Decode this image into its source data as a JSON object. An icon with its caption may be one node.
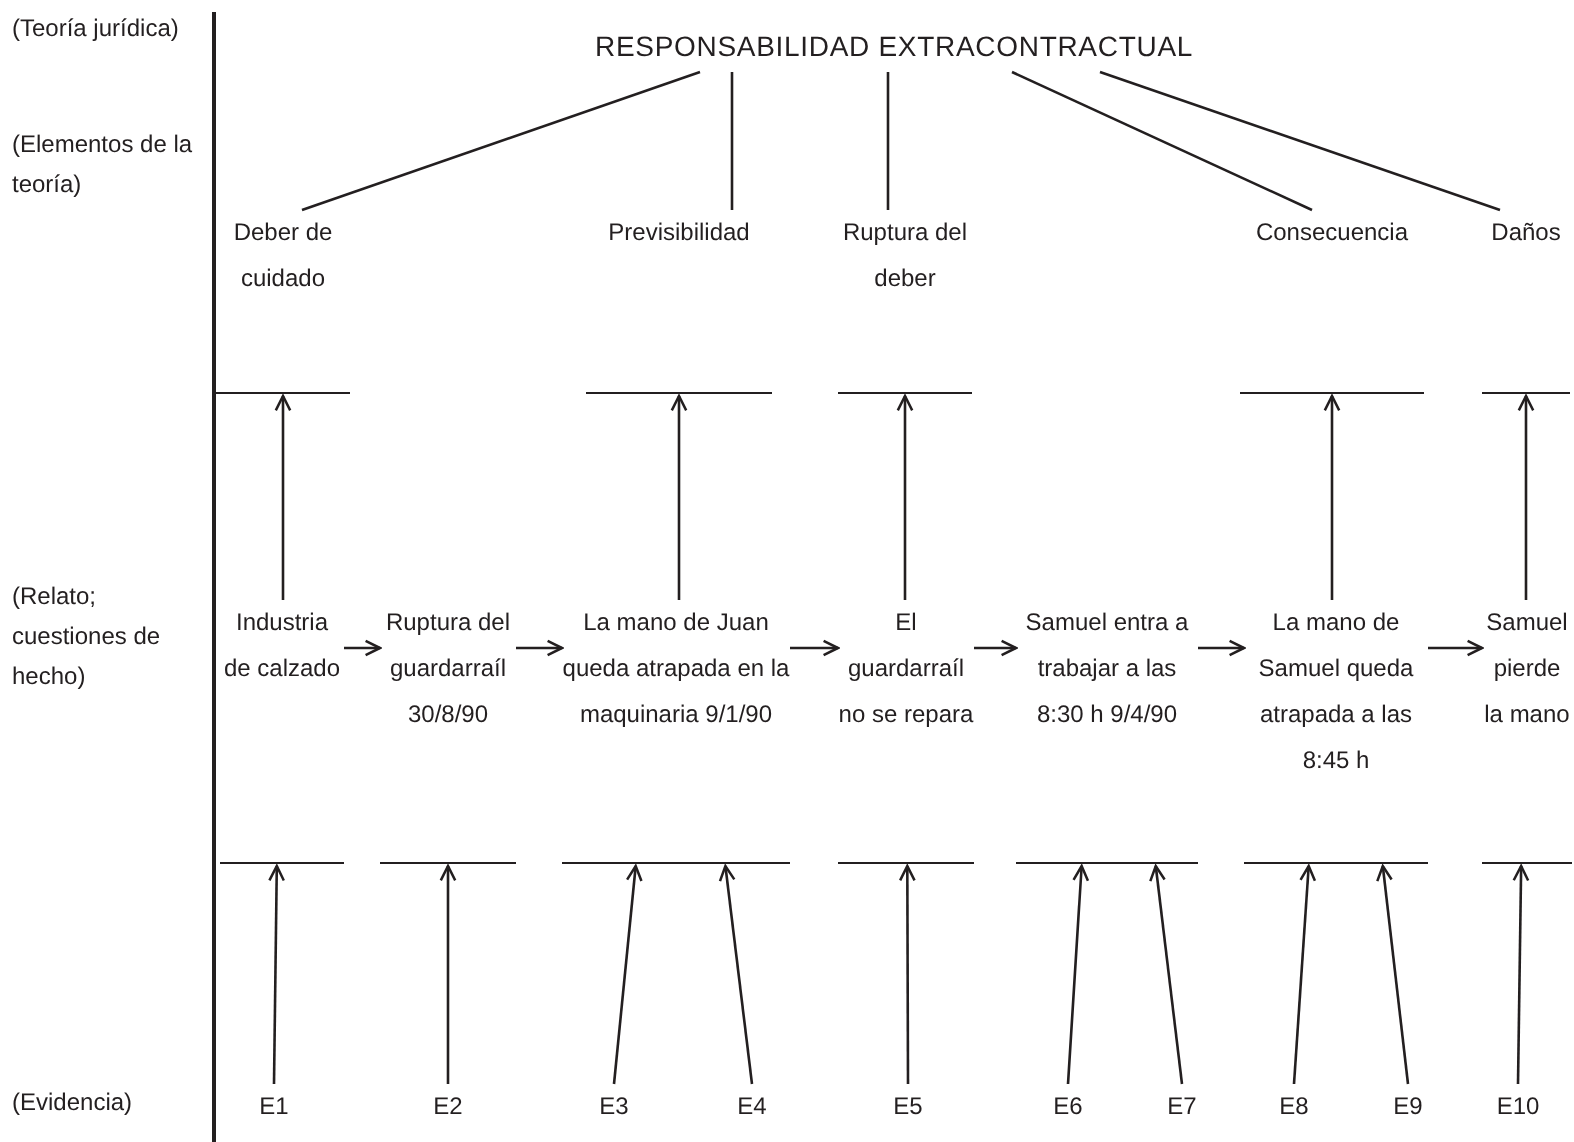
{
  "diagram": {
    "nodes": [
      {
        "text": [
          "RESPONSABILIDAD EXTRACONTRACTUAL"
        ]
      },
      {
        "text": [
          "Deber de cuidado"
        ]
      },
      {
        "text": [
          "Previsibilidad"
        ]
      },
      {
        "text": [
          "Ruptura del deber"
        ]
      },
      {
        "text": [
          "Consecuencia"
        ]
      },
      {
        "text": [
          "Daños"
        ]
      },
      {
        "text": [
          "Industria de calzado"
        ]
      },
      {
        "text": [
          "Ruptura del guardarraíl 30/8/90"
        ]
      },
      {
        "text": [
          "La mano de Juan queda atrapada en la maquinaria 9/1/90"
        ]
      },
      {
        "text": [
          "El guardarraíl no se repara"
        ]
      },
      {
        "text": [
          "Samuel entra a trabajar a las 8:30 h 9/4/90"
        ]
      },
      {
        "text": [
          "La mano de Samuel queda atrapada a las 8:45 h"
        ]
      },
      {
        "text": [
          "Samuel pierde la mano"
        ]
      },
      {
        "text": [
          "E1"
        ]
      },
      {
        "text": [
          "E2"
        ]
      },
      {
        "text": [
          "E3"
        ]
      },
      {
        "text": [
          "E4"
        ]
      },
      {
        "text": [
          "E5"
        ]
      },
      {
        "text": [
          "E6"
        ]
      },
      {
        "text": [
          "E7"
        ]
      },
      {
        "text": [
          "E8"
        ]
      },
      {
        "text": [
          "E9"
        ]
      },
      {
        "text": [
          "E10"
        ]
      }
    ],
    "edges": [
      {
        "from": 0,
        "to": 1,
        "arrow": "none"
      },
      {
        "from": 0,
        "to": 2,
        "arrow": "none"
      },
      {
        "from": 0,
        "to": 3,
        "arrow": "none"
      },
      {
        "from": 0,
        "to": 4,
        "arrow": "none"
      },
      {
        "from": 0,
        "to": 5,
        "arrow": "none"
      },
      {
        "from": 6,
        "to": 1,
        "arrow": "to"
      },
      {
        "from": 8,
        "to": 2,
        "arrow": "to"
      },
      {
        "from": 9,
        "to": 3,
        "arrow": "to"
      },
      {
        "from": 11,
        "to": 4,
        "arrow": "to"
      },
      {
        "from": 12,
        "to": 5,
        "arrow": "to"
      },
      {
        "from": 6,
        "to": 7,
        "arrow": "to"
      },
      {
        "from": 7,
        "to": 8,
        "arrow": "to"
      },
      {
        "from": 8,
        "to": 9,
        "arrow": "to"
      },
      {
        "from": 9,
        "to": 10,
        "arrow": "to"
      },
      {
        "from": 10,
        "to": 11,
        "arrow": "to"
      },
      {
        "from": 11,
        "to": 12,
        "arrow": "to"
      },
      {
        "from": 13,
        "to": 6,
        "arrow": "to"
      },
      {
        "from": 14,
        "to": 7,
        "arrow": "to"
      },
      {
        "from": 15,
        "to": 8,
        "arrow": "to"
      },
      {
        "from": 16,
        "to": 8,
        "arrow": "to"
      },
      {
        "from": 17,
        "to": 9,
        "arrow": "to"
      },
      {
        "from": 18,
        "to": 10,
        "arrow": "to"
      },
      {
        "from": 19,
        "to": 10,
        "arrow": "to"
      },
      {
        "from": 20,
        "to": 11,
        "arrow": "to"
      },
      {
        "from": 21,
        "to": 11,
        "arrow": "to"
      },
      {
        "from": 22,
        "to": 12,
        "arrow": "to"
      }
    ],
    "labels": [
      "(Teoría jurídica)",
      "(Elementos de la teoría)",
      "(Relato; cuestiones de hecho)",
      "(Evidencia)"
    ]
  }
}
